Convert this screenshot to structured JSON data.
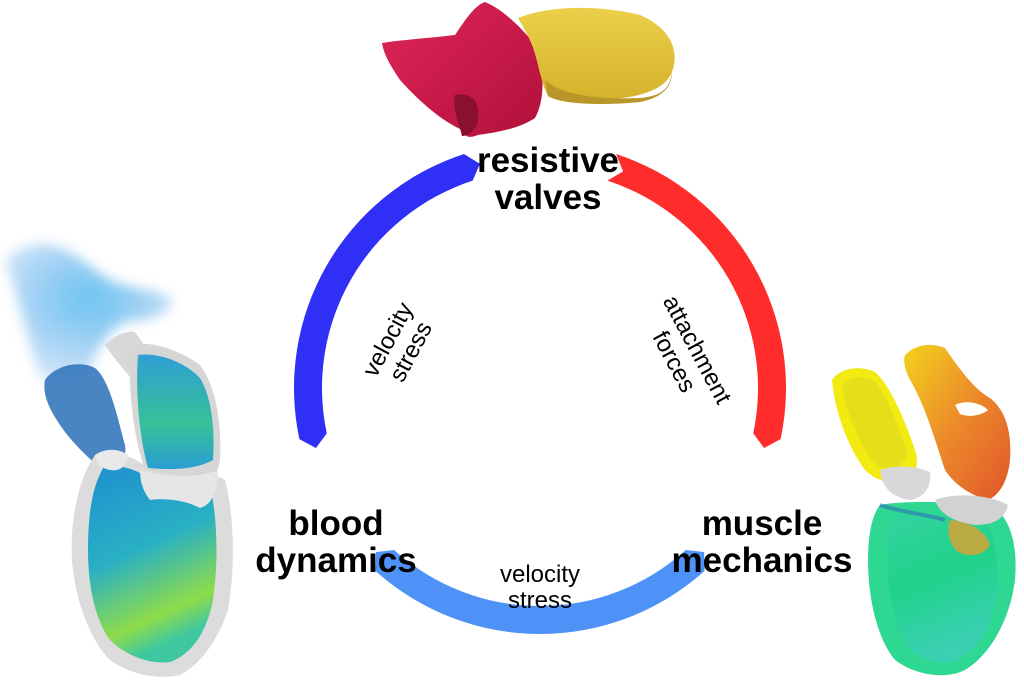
{
  "nodes": {
    "valves": {
      "line1": "resistive",
      "line2": "valves",
      "image": "heart-valves-3d-render"
    },
    "blood": {
      "line1": "blood",
      "line2": "dynamics",
      "image": "heart-blood-flow-3d-render"
    },
    "muscle": {
      "line1": "muscle",
      "line2": "mechanics",
      "image": "heart-muscle-stress-3d-render"
    }
  },
  "edges": {
    "blood_to_valves": {
      "line1": "velocity",
      "line2": "stress",
      "color": "#2f2ff5"
    },
    "valves_to_muscle": {
      "line1": "attachment",
      "line2": "forces",
      "color": "#ff2c2c"
    },
    "blood_muscle": {
      "line1": "velocity",
      "line2": "stress",
      "color": "#4f92f7"
    }
  },
  "colors": {
    "valve_red": "#d81f4c",
    "valve_yellow": "#e8c73a",
    "blood_blue": "#3a8fe0",
    "blood_green": "#3fd07a",
    "muscle_yellow": "#f0e81c",
    "muscle_green": "#2fd69a",
    "muscle_red": "#e8502a",
    "tissue_gray": "#dcdcdc"
  }
}
